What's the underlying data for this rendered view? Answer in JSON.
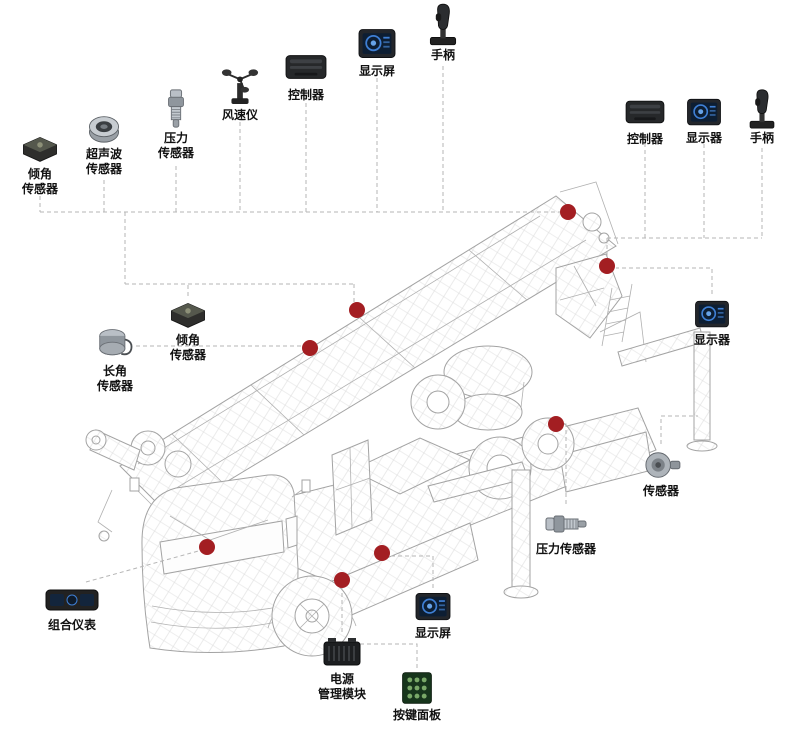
{
  "diagram": {
    "background": "#ffffff",
    "accent_red": "#a31e22",
    "connector_color": "#b5b5b5",
    "wireframe_color": "#a3a3a3",
    "subject": "truck-mounted crane wireframe with sensor placement diagram",
    "components": [
      {
        "id": "tilt-sensor-1",
        "icon": "tilt-sensor-icon",
        "label": "倾角\n传感器"
      },
      {
        "id": "ultrasonic-sensor",
        "icon": "ultrasonic-sensor-icon",
        "label": "超声波\n传感器"
      },
      {
        "id": "pressure-sensor-1",
        "icon": "pressure-sensor-icon",
        "label": "压力\n传感器"
      },
      {
        "id": "anemometer",
        "icon": "anemometer-icon",
        "label": "风速仪"
      },
      {
        "id": "controller-1",
        "icon": "controller-icon",
        "label": "控制器"
      },
      {
        "id": "display-1",
        "icon": "display-icon",
        "label": "显示屏"
      },
      {
        "id": "joystick-1",
        "icon": "joystick-icon",
        "label": "手柄"
      },
      {
        "id": "controller-2",
        "icon": "controller-icon",
        "label": "控制器"
      },
      {
        "id": "display-2",
        "icon": "display-icon",
        "label": "显示器"
      },
      {
        "id": "joystick-2",
        "icon": "joystick-icon",
        "label": "手柄"
      },
      {
        "id": "display-3",
        "icon": "display-icon",
        "label": "显示器"
      },
      {
        "id": "sensor-generic",
        "icon": "sensor-icon",
        "label": "传感器"
      },
      {
        "id": "pressure-sensor-2",
        "icon": "pressure-sensor-icon",
        "label": "压力传感器"
      },
      {
        "id": "display-4",
        "icon": "display-icon",
        "label": "显示屏"
      },
      {
        "id": "power-module",
        "icon": "power-module-icon",
        "label": "电源\n管理模块"
      },
      {
        "id": "keypad-panel",
        "icon": "keypad-icon",
        "label": "按键面板"
      },
      {
        "id": "instrument-cluster",
        "icon": "instrument-cluster-icon",
        "label": "组合仪表"
      },
      {
        "id": "cable-angle-sensor",
        "icon": "cable-sensor-icon",
        "label": "长角\n传感器"
      },
      {
        "id": "tilt-sensor-2",
        "icon": "tilt-sensor-icon",
        "label": "倾角\n传感器"
      }
    ]
  }
}
